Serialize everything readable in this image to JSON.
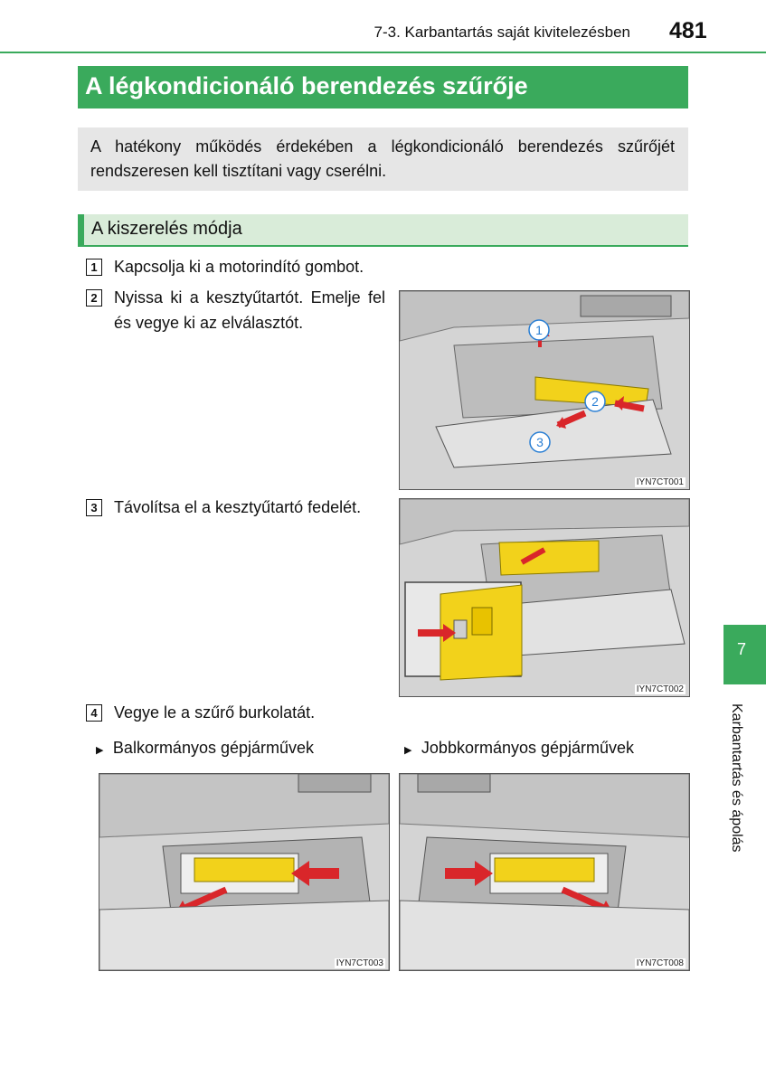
{
  "header": {
    "section": "7-3. Karbantartás saját kivitelezésben",
    "page_number": "481"
  },
  "title": "A légkondicionáló berendezés szűrője",
  "intro": "A hatékony működés érdekében a légkondicionáló berendezés szűrőjét rendszeresen kell tisztítani vagy cserélni.",
  "subsection": "A kiszerelés módja",
  "steps": [
    {
      "num": "1",
      "text": "Kapcsolja ki a motorindító gombot."
    },
    {
      "num": "2",
      "text": "Nyissa ki a kesztyűtartót. Emelje fel és vegye ki az elválasztót."
    },
    {
      "num": "3",
      "text": "Távolítsa el a kesztyűtartó fedelét."
    },
    {
      "num": "4",
      "text": "Vegye le a szűrő burkolatát."
    }
  ],
  "variants": [
    {
      "marker": "▶",
      "label": "Balkormányos gépjárművek"
    },
    {
      "marker": "▶",
      "label": "Jobbkormányos gépjárművek"
    }
  ],
  "figures": {
    "fig1": {
      "code": "IYN7CT001",
      "callouts": [
        "1",
        "2",
        "3"
      ]
    },
    "fig2": {
      "code": "IYN7CT002"
    },
    "fig3": {
      "code": "IYN7CT003"
    },
    "fig4": {
      "code": "IYN7CT008"
    }
  },
  "side_tab": {
    "number": "7",
    "label": "Karbantartás és ápolás"
  },
  "colors": {
    "accent": "#3aaa5c",
    "highlight": "#f2d21b",
    "arrow": "#d9262a"
  }
}
